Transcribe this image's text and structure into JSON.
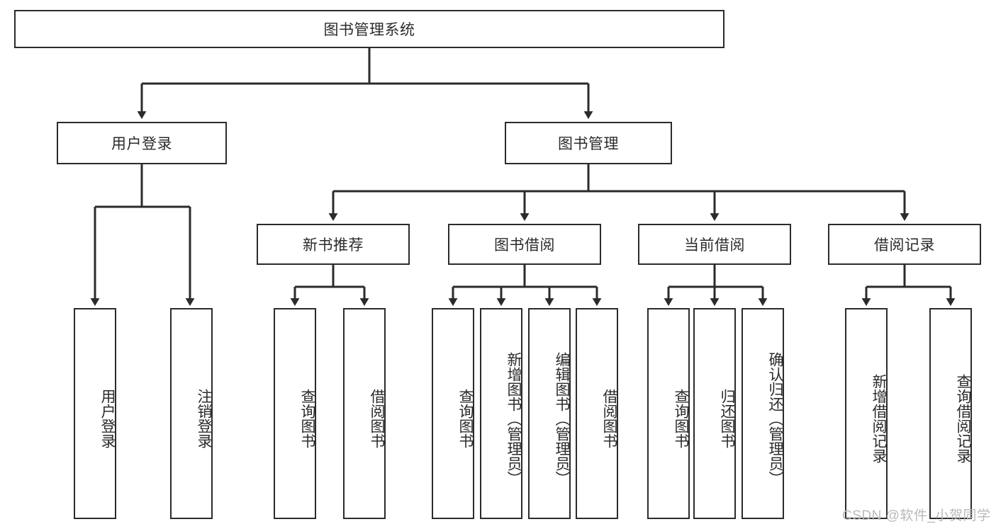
{
  "diagram": {
    "type": "tree-hierarchy",
    "title": "图书管理系统",
    "root": {
      "id": "root",
      "label": "图书管理系统",
      "level": 1
    },
    "level2": [
      {
        "id": "user-login",
        "label": "用户登录"
      },
      {
        "id": "book-manage",
        "label": "图书管理"
      }
    ],
    "level3": [
      {
        "id": "new-book-rec",
        "label": "新书推荐",
        "parent": "book-manage"
      },
      {
        "id": "book-borrow",
        "label": "图书借阅",
        "parent": "book-manage"
      },
      {
        "id": "current-borrow",
        "label": "当前借阅",
        "parent": "book-manage"
      },
      {
        "id": "borrow-record",
        "label": "借阅记录",
        "parent": "book-manage"
      }
    ],
    "leaves": {
      "user-login": [
        {
          "id": "leaf-user-login",
          "label": "用户登录"
        },
        {
          "id": "leaf-logout",
          "label": "注销登录"
        }
      ],
      "new-book-rec": [
        {
          "id": "leaf-query-book-1",
          "label": "查询图书"
        },
        {
          "id": "leaf-borrow-book-1",
          "label": "借阅图书"
        }
      ],
      "book-borrow": [
        {
          "id": "leaf-query-book-2",
          "label": "查询图书"
        },
        {
          "id": "leaf-add-book",
          "label": "新增图书（管理员）"
        },
        {
          "id": "leaf-edit-book",
          "label": "编辑图书（管理员）"
        },
        {
          "id": "leaf-borrow-book-2",
          "label": "借阅图书"
        }
      ],
      "current-borrow": [
        {
          "id": "leaf-query-book-3",
          "label": "查询图书"
        },
        {
          "id": "leaf-return-book",
          "label": "归还图书"
        },
        {
          "id": "leaf-confirm-return",
          "label": "确认归还（管理员）"
        }
      ],
      "borrow-record": [
        {
          "id": "leaf-add-record",
          "label": "新增借阅记录"
        },
        {
          "id": "leaf-query-record",
          "label": "查询借阅记录"
        }
      ]
    }
  },
  "watermark": {
    "text": "CSDN @软件_小贺同学"
  },
  "colors": {
    "stroke": "#2b2b2b",
    "fill": "#ffffff",
    "text": "#2b2b2b",
    "watermark": "#b9b9b9"
  }
}
